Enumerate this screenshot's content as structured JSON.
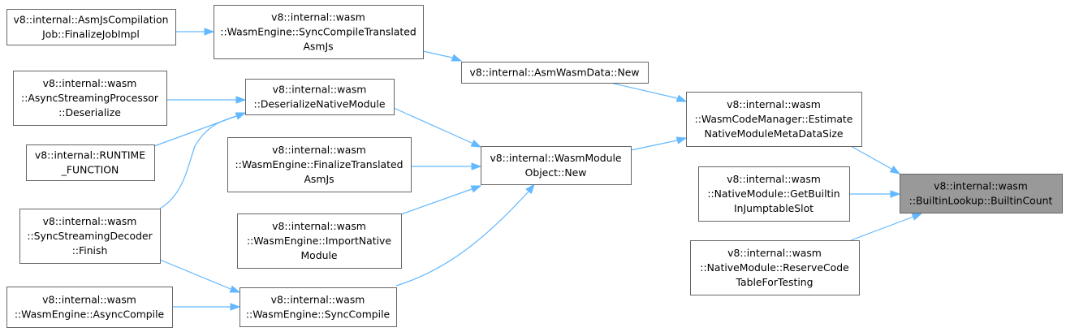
{
  "graph": {
    "nodes": {
      "asmjs_finalize": {
        "lines": [
          "v8::internal::AsmJsCompilation",
          "Job::FinalizeJobImpl"
        ]
      },
      "sync_compile_translated": {
        "lines": [
          "v8::internal::wasm",
          "::WasmEngine::SyncCompileTranslated",
          "AsmJs"
        ]
      },
      "asm_wasm_data_new": {
        "lines": [
          "v8::internal::AsmWasmData::New"
        ]
      },
      "async_streaming_deserialize": {
        "lines": [
          "v8::internal::wasm",
          "::AsyncStreamingProcessor",
          "::Deserialize"
        ]
      },
      "deserialize_native_module": {
        "lines": [
          "v8::internal::wasm",
          "::DeserializeNativeModule"
        ]
      },
      "runtime_function": {
        "lines": [
          "v8::internal::RUNTIME",
          "_FUNCTION"
        ]
      },
      "finalize_translated": {
        "lines": [
          "v8::internal::wasm",
          "::WasmEngine::FinalizeTranslated",
          "AsmJs"
        ]
      },
      "wasm_module_object_new": {
        "lines": [
          "v8::internal::WasmModule",
          "Object::New"
        ]
      },
      "estimate_metadata_size": {
        "lines": [
          "v8::internal::wasm",
          "::WasmCodeManager::Estimate",
          "NativeModuleMetaDataSize"
        ]
      },
      "get_builtin_jumptable_slot": {
        "lines": [
          "v8::internal::wasm",
          "::NativeModule::GetBuiltin",
          "InJumptableSlot"
        ]
      },
      "builtin_count": {
        "lines": [
          "v8::internal::wasm",
          "::BuiltinLookup::BuiltinCount"
        ]
      },
      "sync_streaming_finish": {
        "lines": [
          "v8::internal::wasm",
          "::SyncStreamingDecoder",
          "::Finish"
        ]
      },
      "import_native_module": {
        "lines": [
          "v8::internal::wasm",
          "::WasmEngine::ImportNative",
          "Module"
        ]
      },
      "reserve_code_table": {
        "lines": [
          "v8::internal::wasm",
          "::NativeModule::ReserveCode",
          "TableForTesting"
        ]
      },
      "async_compile": {
        "lines": [
          "v8::internal::wasm",
          "::WasmEngine::AsyncCompile"
        ]
      },
      "sync_compile": {
        "lines": [
          "v8::internal::wasm",
          "::WasmEngine::SyncCompile"
        ]
      }
    },
    "edges": [
      {
        "from": "asmjs_finalize",
        "to": "sync_compile_translated"
      },
      {
        "from": "sync_compile_translated",
        "to": "asm_wasm_data_new"
      },
      {
        "from": "asm_wasm_data_new",
        "to": "estimate_metadata_size"
      },
      {
        "from": "async_streaming_deserialize",
        "to": "deserialize_native_module"
      },
      {
        "from": "runtime_function",
        "to": "deserialize_native_module"
      },
      {
        "from": "sync_streaming_finish",
        "to": "deserialize_native_module"
      },
      {
        "from": "deserialize_native_module",
        "to": "wasm_module_object_new"
      },
      {
        "from": "finalize_translated",
        "to": "wasm_module_object_new"
      },
      {
        "from": "import_native_module",
        "to": "wasm_module_object_new"
      },
      {
        "from": "sync_compile",
        "to": "wasm_module_object_new"
      },
      {
        "from": "wasm_module_object_new",
        "to": "estimate_metadata_size"
      },
      {
        "from": "estimate_metadata_size",
        "to": "builtin_count"
      },
      {
        "from": "get_builtin_jumptable_slot",
        "to": "builtin_count"
      },
      {
        "from": "reserve_code_table",
        "to": "builtin_count"
      },
      {
        "from": "sync_streaming_finish",
        "to": "sync_compile"
      },
      {
        "from": "async_compile",
        "to": "sync_compile"
      }
    ]
  },
  "colors": {
    "edge": "#63b8ff",
    "node_border": "#666666",
    "node_fill": "#ffffff",
    "focus_fill": "#999999"
  }
}
